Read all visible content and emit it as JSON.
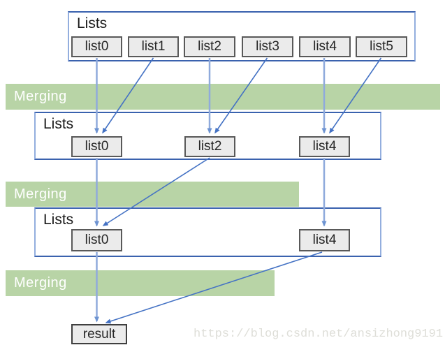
{
  "rows": [
    {
      "label": "Lists",
      "items": [
        "list0",
        "list1",
        "list2",
        "list3",
        "list4",
        "list5"
      ]
    },
    {
      "label": "Lists",
      "items": [
        "list0",
        "list2",
        "list4"
      ]
    },
    {
      "label": "Lists",
      "items": [
        "list0",
        "list4"
      ]
    }
  ],
  "bands": [
    {
      "label": "Merging"
    },
    {
      "label": "Merging"
    },
    {
      "label": "Merging"
    }
  ],
  "result": {
    "label": "result"
  },
  "watermark": {
    "text": "https://blog.csdn.net/ansizhong9191"
  },
  "colors": {
    "band_green": "#b8d4a6",
    "band_text": "#ffffff",
    "group_border_blue": "#4472c4",
    "arrow_light_blue": "#8faadc",
    "arrow_dark_blue": "#4472c4",
    "item_fill": "#ebebeb",
    "item_border": "#595959",
    "watermark_gray": "#deded8"
  }
}
